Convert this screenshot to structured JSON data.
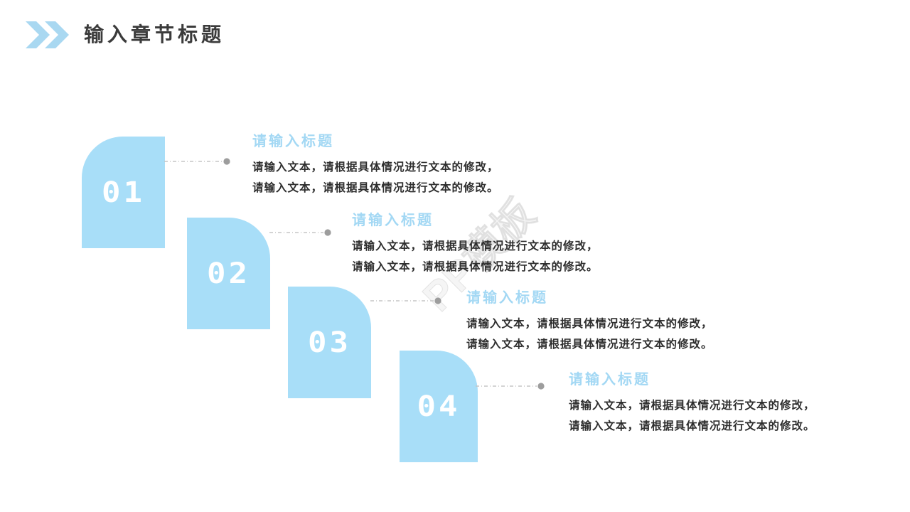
{
  "slide": {
    "header": {
      "icon": "double-chevron-right",
      "title": "输入章节标题"
    },
    "steps": [
      {
        "number": "01",
        "title": "请输入标题",
        "line1": "请输入文本，请根据具体情况进行文本的修改，",
        "line2": "请输入文本，请根据具体情况进行文本的修改。"
      },
      {
        "number": "02",
        "title": "请输入标题",
        "line1": "请输入文本，请根据具体情况进行文本的修改，",
        "line2": "请输入文本，请根据具体情况进行文本的修改。"
      },
      {
        "number": "03",
        "title": "请输入标题",
        "line1": "请输入文本，请根据具体情况进行文本的修改，",
        "line2": "请输入文本，请根据具体情况进行文本的修改。"
      },
      {
        "number": "04",
        "title": "请输入标题",
        "line1": "请输入文本，请根据具体情况进行文本的修改，",
        "line2": "请输入文本，请根据具体情况进行文本的修改。"
      }
    ],
    "watermark": "PP模板",
    "colors": {
      "card_blue": "#a8def8",
      "title_blue": "#a3d8f4",
      "chevron_blue": "#a9d8f1",
      "header_text": "#3b3b3b",
      "body_text": "#2e2e2e",
      "connector_gray": "#c5c5c5",
      "dot_gray": "#9d9d9d"
    }
  }
}
